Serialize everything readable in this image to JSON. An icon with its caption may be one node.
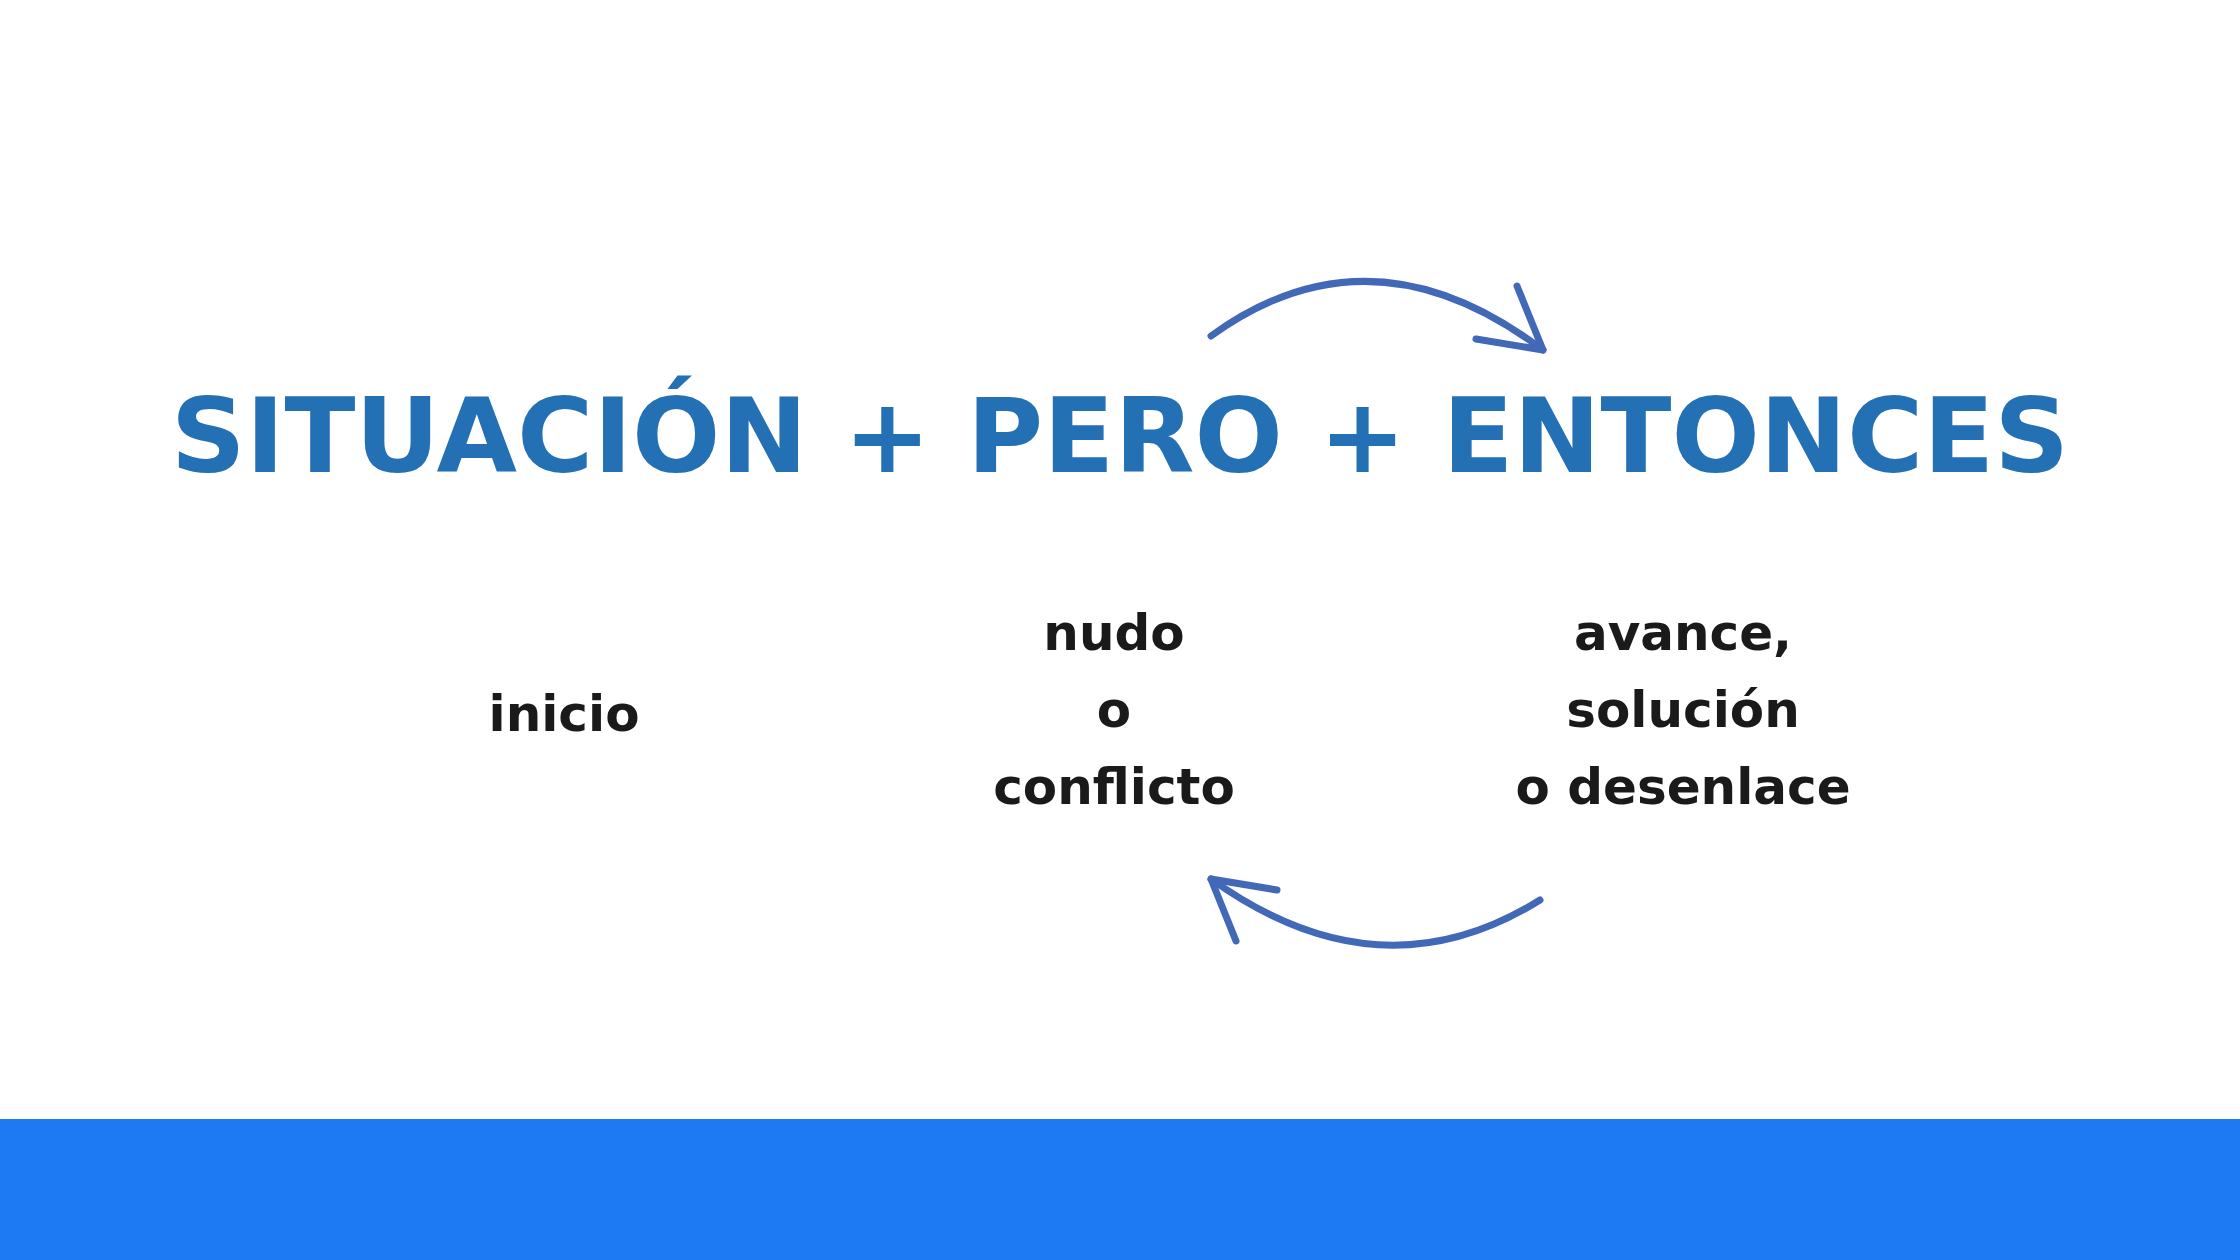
{
  "diagram": {
    "title": "SITUACIÓN + PERO + ENTONCES",
    "labels": [
      "inicio",
      "nudo o conflicto",
      "avance, solución o desenlace"
    ]
  }
}
